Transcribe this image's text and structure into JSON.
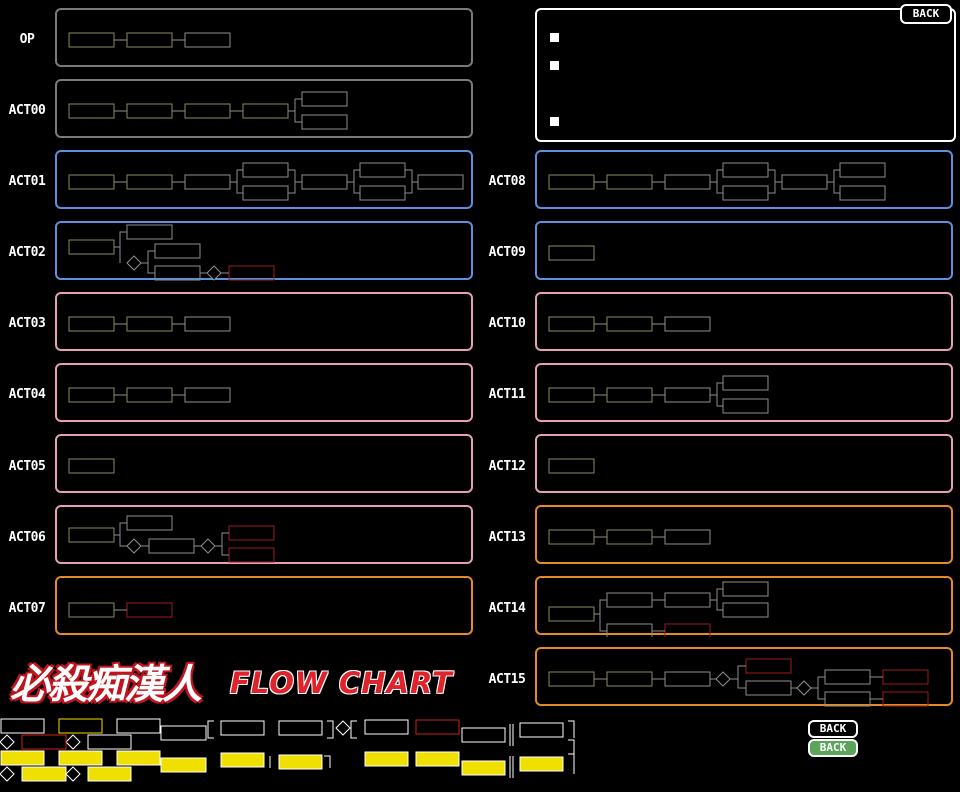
{
  "screen": {
    "title_jp": "必殺痴漢人",
    "title_en": "FLOW CHART"
  },
  "back_buttons": {
    "top": "BACK",
    "normal": "BACK",
    "hover": "BACK"
  },
  "colors": {
    "node_unlocked": "#8c8a5e",
    "node_locked": "#8e8e8e",
    "node_bad_end": "#9e1c1c",
    "panel_gray": "#7a7a7a",
    "panel_blue": "#5f8fe0",
    "panel_pink": "#e6a0b6",
    "panel_orange": "#e68a22",
    "sprite_yellow": "#f0e000"
  },
  "info_panel": {
    "bullets": [
      "",
      "",
      ""
    ]
  },
  "acts": [
    {
      "label": "OP",
      "column": "left",
      "row": 0,
      "border": "gray"
    },
    {
      "label": "ACT00",
      "column": "left",
      "row": 1,
      "border": "gray"
    },
    {
      "label": "ACT01",
      "column": "left",
      "row": 2,
      "border": "blue"
    },
    {
      "label": "ACT02",
      "column": "left",
      "row": 3,
      "border": "blue"
    },
    {
      "label": "ACT03",
      "column": "left",
      "row": 4,
      "border": "pink"
    },
    {
      "label": "ACT04",
      "column": "left",
      "row": 5,
      "border": "pink"
    },
    {
      "label": "ACT05",
      "column": "left",
      "row": 6,
      "border": "pink"
    },
    {
      "label": "ACT06",
      "column": "left",
      "row": 7,
      "border": "pink"
    },
    {
      "label": "ACT07",
      "column": "left",
      "row": 8,
      "border": "orange"
    },
    {
      "label": "ACT08",
      "column": "right",
      "row": 2,
      "border": "blue"
    },
    {
      "label": "ACT09",
      "column": "right",
      "row": 3,
      "border": "blue"
    },
    {
      "label": "ACT10",
      "column": "right",
      "row": 4,
      "border": "pink"
    },
    {
      "label": "ACT11",
      "column": "right",
      "row": 5,
      "border": "pink"
    },
    {
      "label": "ACT12",
      "column": "right",
      "row": 6,
      "border": "pink"
    },
    {
      "label": "ACT13",
      "column": "right",
      "row": 7,
      "border": "orange"
    },
    {
      "label": "ACT14",
      "column": "right",
      "row": 8,
      "border": "orange"
    },
    {
      "label": "ACT15",
      "column": "right",
      "row": 9,
      "border": "orange"
    }
  ]
}
